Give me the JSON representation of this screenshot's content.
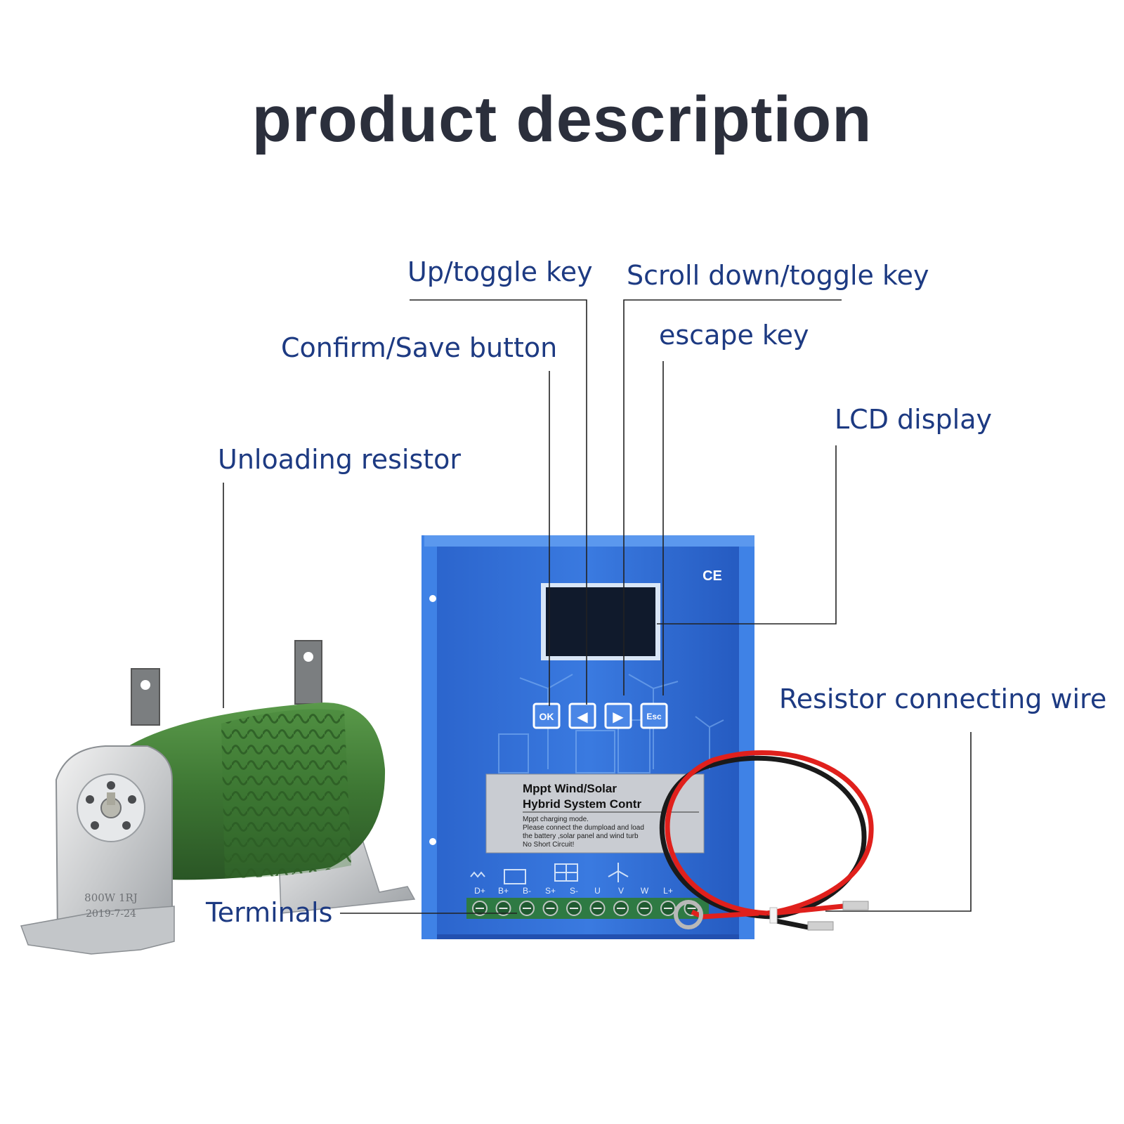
{
  "title": "product description",
  "callouts": {
    "up_toggle": "Up/toggle key",
    "scroll_down": "Scroll down/toggle key",
    "confirm_save": "Confirm/Save button",
    "escape": "escape key",
    "lcd": "LCD display",
    "unloading": "Unloading resistor",
    "resistor_wire": "Resistor connecting wire",
    "terminals": "Terminals"
  },
  "controller": {
    "ce_mark": "CE",
    "keys": [
      "OK",
      "◀",
      "▶",
      "Esc"
    ],
    "label_line1": "Mppt Wind/Solar",
    "label_line2": "Hybrid System Contr",
    "label_notes": [
      "Mppt charging mode.",
      "Please connect the dumpload and load",
      "the battery ,solar panel and wind turb",
      "No Short Circuit!"
    ],
    "terminal_labels": [
      "D+",
      "B+",
      "B-",
      "S+",
      "S-",
      "U",
      "V",
      "W",
      "L+"
    ]
  },
  "resistor": {
    "stamp_line1": "800W 1RJ",
    "stamp_line2": "2019-7-24"
  },
  "colors": {
    "title": "#2b2f3c",
    "callout_text": "#1d3a82",
    "controller_body": "#2f6fd8",
    "resistor_green": "#3f7a35",
    "wire_red": "#e0201c",
    "wire_black": "#1a1a1a"
  }
}
